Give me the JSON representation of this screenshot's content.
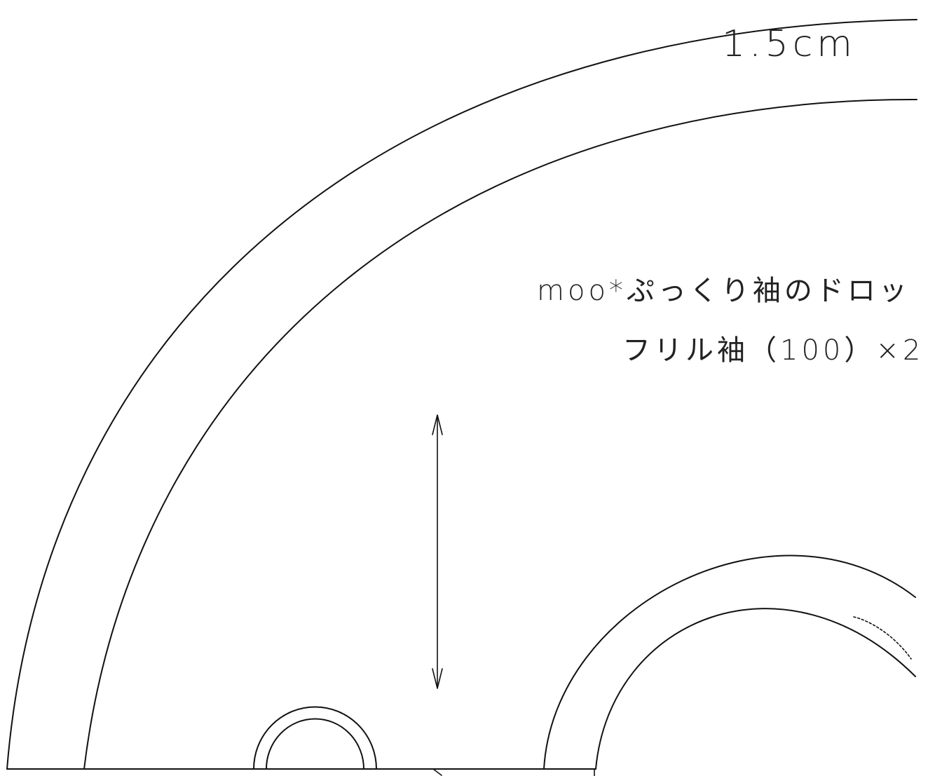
{
  "labels": {
    "seam_allowance": "1.5cm",
    "pattern_title": "moo*ぷっくり袖のドロッ",
    "piece_name": "フリル袖（100）×2"
  },
  "colors": {
    "line": "#111111",
    "background": "#ffffff"
  },
  "icons": {
    "grainline": "double-arrow-vertical"
  }
}
